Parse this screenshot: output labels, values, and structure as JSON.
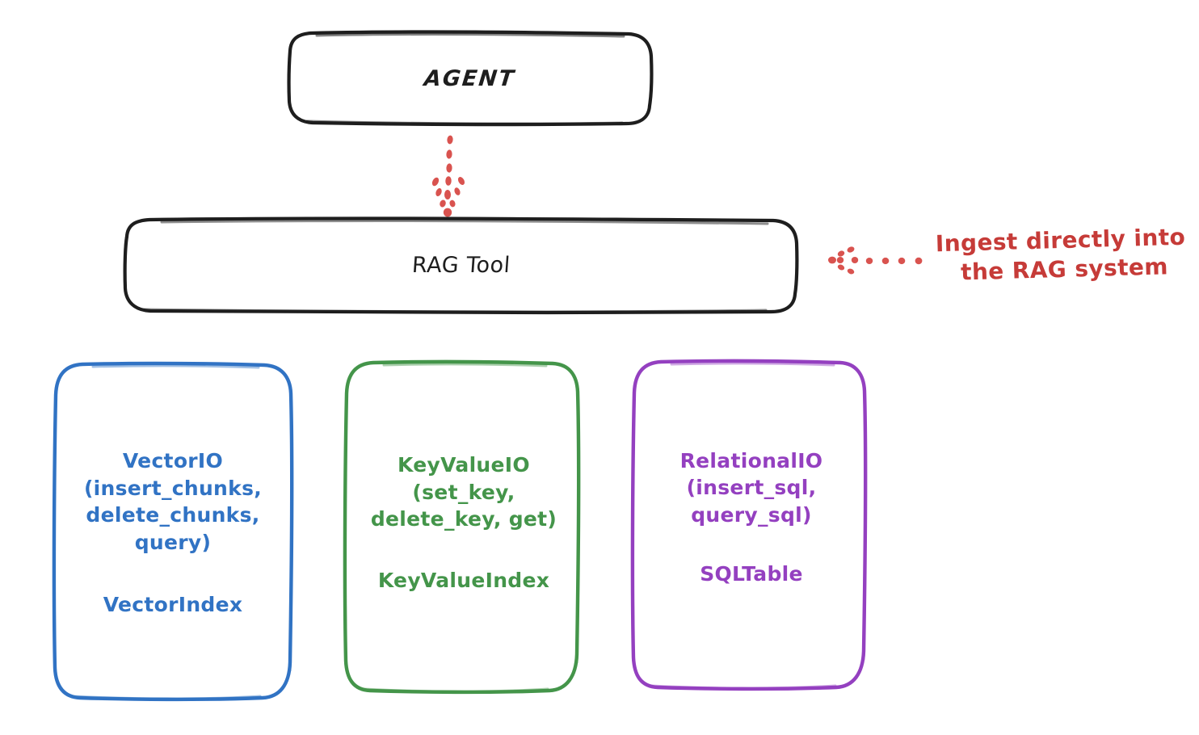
{
  "diagram": {
    "title_nodes": {
      "agent": "AGENT",
      "rag_tool": "RAG Tool"
    },
    "stores": [
      {
        "id": "vector",
        "api": "VectorIO\n(insert_chunks,\ndelete_chunks,\nquery)",
        "index": "VectorIndex",
        "color": "#3173c4"
      },
      {
        "id": "keyvalue",
        "api": "KeyValueIO\n(set_key,\ndelete_key, get)",
        "index": "KeyValueIndex",
        "color": "#44954a"
      },
      {
        "id": "relational",
        "api": "RelationalIO\n(insert_sql,\nquery_sql)",
        "index": "SQLTable",
        "color": "#9440c0"
      }
    ],
    "annotation": {
      "line1": "Ingest directly into",
      "line2": "the RAG system",
      "color": "#c63b38"
    },
    "connectors": {
      "agent_to_ragtool": "dotted-down-arrow",
      "annotation_to_ragtool": "dotted-left-arrow",
      "color": "#d9534f"
    },
    "colors": {
      "stroke_black": "#1e1e1e",
      "background": "#ffffff"
    }
  }
}
